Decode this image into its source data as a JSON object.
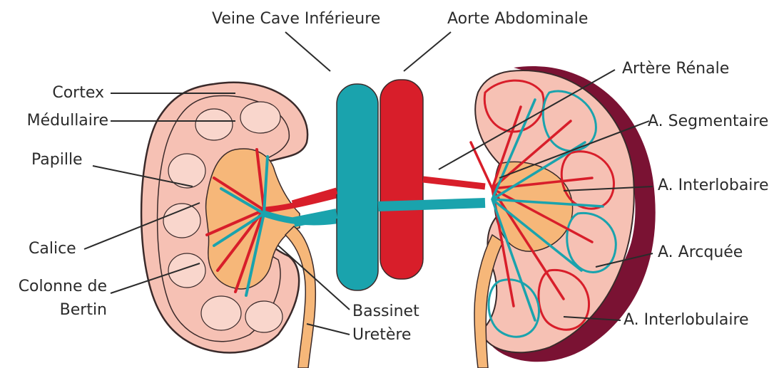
{
  "labels": {
    "veine_cave": "Veine Cave Inférieure",
    "aorte": "Aorte Abdominale",
    "cortex": "Cortex",
    "medullaire": "Médullaire",
    "papille": "Papille",
    "calice": "Calice",
    "colonne_line1": "Colonne de",
    "colonne_line2": "Bertin",
    "bassinet": "Bassinet",
    "uretere": "Uretère",
    "artere_renale": "Artère Rénale",
    "a_segmentaire": "A. Segmentaire",
    "a_interlobaire": "A. Interlobaire",
    "a_arcquee": "A. Arcquée",
    "a_interlobulaire": "A. Interlobulaire"
  },
  "colors": {
    "vein": "#1aa3ad",
    "artery": "#d81e2a",
    "kidney_pink": "#f6c1b4",
    "pelvis_orange": "#f6b779",
    "capsule_dark": "#7a1233",
    "outline": "#3a2a2a"
  }
}
